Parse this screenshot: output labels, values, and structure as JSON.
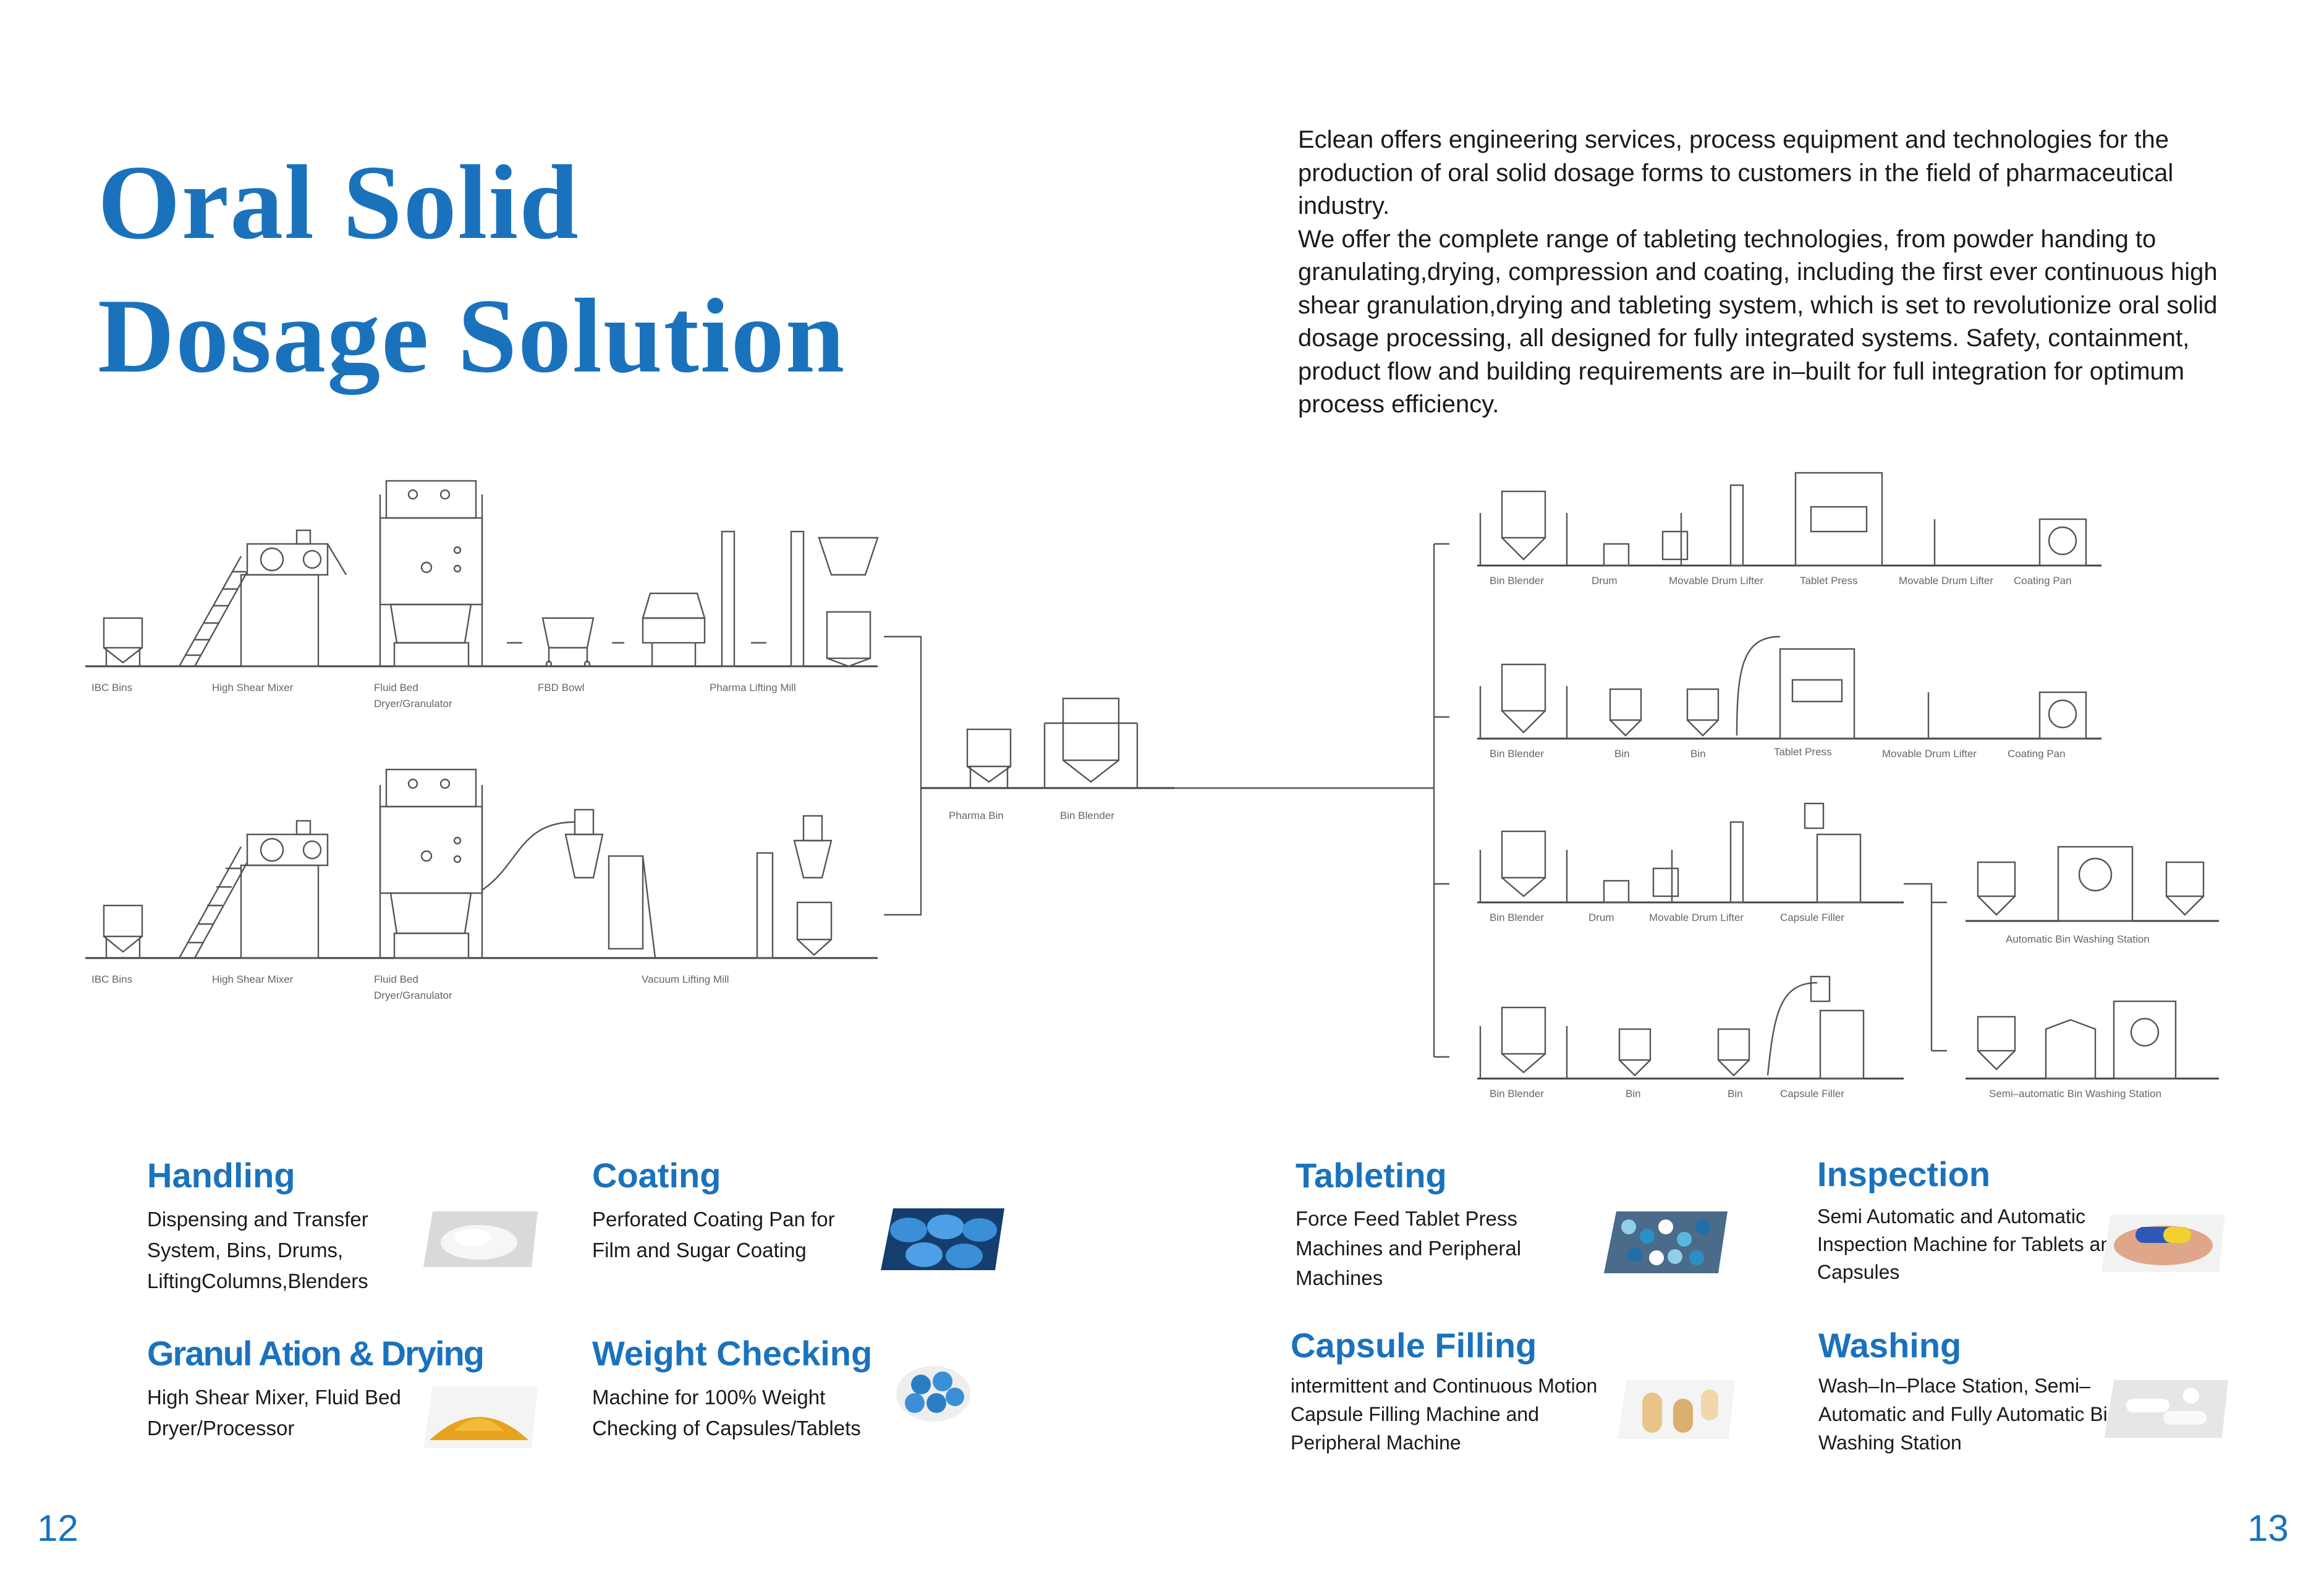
{
  "title": {
    "line1": "Oral Solid",
    "line2": "Dosage Solution"
  },
  "intro": {
    "p1": "Eclean offers engineering services, process equipment and technologies for the production of oral solid dosage forms to customers in the field of pharmaceutical industry.",
    "p2": "We offer the complete range of tableting technologies, from powder handing to granulating,drying, compression and coating, including the first ever continuous high shear granulation,drying and tableting system, which is set to revolutionize oral solid dosage processing, all designed for fully integrated systems. Safety, containment, product flow and building requirements are in–built for full integration for optimum process efficiency."
  },
  "diagram": {
    "top_left": {
      "ibc": "IBC Bins",
      "hsm": "High Shear Mixer",
      "fbd1": "Fluid Bed",
      "fbd2": "Dryer/Granulator",
      "bowl": "FBD Bowl",
      "mill": "Pharma Lifting Mill"
    },
    "bottom_left": {
      "ibc": "IBC Bins",
      "hsm": "High Shear Mixer",
      "fbd1": "Fluid Bed",
      "fbd2": "Dryer/Granulator",
      "mill": "Vacuum Lifting Mill"
    },
    "center": {
      "bin": "Pharma Bin",
      "blender": "Bin Blender"
    },
    "row1": [
      "Bin Blender",
      "Drum",
      "Movable Drum Lifter",
      "Tablet Press",
      "Movable Drum Lifter",
      "Coating Pan"
    ],
    "row2": [
      "Bin Blender",
      "Bin",
      "Bin",
      "Tablet Press",
      "Movable Drum Lifter",
      "Coating Pan"
    ],
    "row3": [
      "Bin Blender",
      "Drum",
      "Movable Drum Lifter",
      "Capsule Filler"
    ],
    "row4": [
      "Bin Blender",
      "Bin",
      "Bin",
      "Capsule Filler"
    ],
    "washing_auto": "Automatic Bin Washing Station",
    "washing_semi": "Semi–automatic Bin Washing Station"
  },
  "categories": {
    "handling": {
      "title": "Handling",
      "text": "Dispensing and Transfer System, Bins, Drums, LiftingColumns,Blenders"
    },
    "coating": {
      "title": "Coating",
      "text": "Perforated Coating Pan for Film and Sugar Coating"
    },
    "tableting": {
      "title": "Tableting",
      "text": "Force Feed Tablet Press Machines and Peripheral Machines"
    },
    "inspection": {
      "title": "Inspection",
      "text": "Semi Automatic and Automatic Inspection Machine for Tablets and Capsules"
    },
    "granulation": {
      "title": "Granul Ation & Drying",
      "text": "High Shear Mixer, Fluid Bed Dryer/Processor"
    },
    "weight": {
      "title": "Weight Checking",
      "text": "Machine for 100% Weight Checking of Capsules/Tablets"
    },
    "capsule": {
      "title": "Capsule Filling",
      "text": "intermittent and Continuous Motion Capsule Filling Machine and Peripheral Machine"
    },
    "washing": {
      "title": "Washing",
      "text": "Wash–In–Place Station, Semi–Automatic and Fully Automatic Bin Washing Station"
    }
  },
  "pages": {
    "left": "12",
    "right": "13"
  },
  "colors": {
    "accent": "#1a72bd"
  }
}
